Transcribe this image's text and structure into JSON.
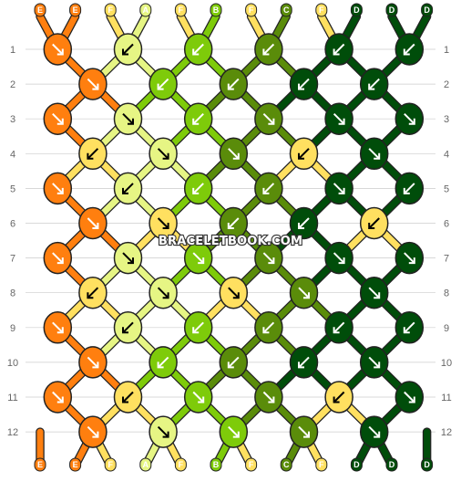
{
  "colors": {
    "E": "#ff7f0f",
    "F": "#ffe060",
    "A": "#e6f584",
    "B": "#7ecb0a",
    "C": "#5a8c0a",
    "D": "#004d0a",
    "row_line": "#cccccc",
    "row_label": "#666666"
  },
  "strands": {
    "top": [
      "E",
      "E",
      "F",
      "A",
      "F",
      "B",
      "F",
      "C",
      "F",
      "D",
      "D",
      "D"
    ],
    "bottom": [
      "E",
      "E",
      "F",
      "A",
      "F",
      "B",
      "F",
      "C",
      "F",
      "D",
      "D",
      "D"
    ]
  },
  "rows": [
    {
      "label": "1",
      "knots": [
        {
          "c": "E",
          "d": "se"
        },
        {
          "c": "A",
          "d": "sw"
        },
        {
          "c": "B",
          "d": "sw"
        },
        {
          "c": "C",
          "d": "sw"
        },
        {
          "c": "D",
          "d": "sw"
        },
        {
          "c": "D",
          "d": "sw"
        }
      ]
    },
    {
      "label": "2",
      "knots": [
        {
          "c": "E",
          "d": "se"
        },
        {
          "c": "B",
          "d": "sw"
        },
        {
          "c": "C",
          "d": "sw"
        },
        {
          "c": "D",
          "d": "sw"
        },
        {
          "c": "D",
          "d": "sw"
        }
      ]
    },
    {
      "label": "3",
      "knots": [
        {
          "c": "E",
          "d": "se"
        },
        {
          "c": "A",
          "d": "se"
        },
        {
          "c": "B",
          "d": "sw"
        },
        {
          "c": "C",
          "d": "se"
        },
        {
          "c": "D",
          "d": "se"
        },
        {
          "c": "D",
          "d": "se"
        }
      ]
    },
    {
      "label": "4",
      "knots": [
        {
          "c": "F",
          "d": "sw"
        },
        {
          "c": "A",
          "d": "se"
        },
        {
          "c": "C",
          "d": "se"
        },
        {
          "c": "F",
          "d": "sw"
        },
        {
          "c": "D",
          "d": "se"
        }
      ]
    },
    {
      "label": "5",
      "knots": [
        {
          "c": "E",
          "d": "se"
        },
        {
          "c": "A",
          "d": "sw"
        },
        {
          "c": "B",
          "d": "sw"
        },
        {
          "c": "C",
          "d": "sw"
        },
        {
          "c": "D",
          "d": "se"
        },
        {
          "c": "D",
          "d": "sw"
        }
      ]
    },
    {
      "label": "6",
      "knots": [
        {
          "c": "E",
          "d": "se"
        },
        {
          "c": "F",
          "d": "se"
        },
        {
          "c": "C",
          "d": "sw"
        },
        {
          "c": "D",
          "d": "sw"
        },
        {
          "c": "F",
          "d": "sw"
        }
      ]
    },
    {
      "label": "7",
      "knots": [
        {
          "c": "E",
          "d": "se"
        },
        {
          "c": "A",
          "d": "se"
        },
        {
          "c": "B",
          "d": "se"
        },
        {
          "c": "C",
          "d": "se"
        },
        {
          "c": "D",
          "d": "se"
        },
        {
          "c": "D",
          "d": "se"
        }
      ]
    },
    {
      "label": "8",
      "knots": [
        {
          "c": "F",
          "d": "sw"
        },
        {
          "c": "A",
          "d": "se"
        },
        {
          "c": "F",
          "d": "se"
        },
        {
          "c": "C",
          "d": "se"
        },
        {
          "c": "D",
          "d": "se"
        }
      ]
    },
    {
      "label": "9",
      "knots": [
        {
          "c": "E",
          "d": "se"
        },
        {
          "c": "A",
          "d": "sw"
        },
        {
          "c": "B",
          "d": "sw"
        },
        {
          "c": "C",
          "d": "sw"
        },
        {
          "c": "D",
          "d": "sw"
        },
        {
          "c": "D",
          "d": "sw"
        }
      ]
    },
    {
      "label": "10",
      "knots": [
        {
          "c": "E",
          "d": "se"
        },
        {
          "c": "B",
          "d": "sw"
        },
        {
          "c": "C",
          "d": "sw"
        },
        {
          "c": "D",
          "d": "sw"
        },
        {
          "c": "D",
          "d": "se"
        }
      ]
    },
    {
      "label": "11",
      "knots": [
        {
          "c": "E",
          "d": "se"
        },
        {
          "c": "F",
          "d": "sw"
        },
        {
          "c": "B",
          "d": "se"
        },
        {
          "c": "C",
          "d": "se"
        },
        {
          "c": "F",
          "d": "sw"
        },
        {
          "c": "D",
          "d": "se"
        }
      ]
    },
    {
      "label": "12",
      "knots": [
        {
          "c": "E",
          "d": "se"
        },
        {
          "c": "A",
          "d": "se"
        },
        {
          "c": "B",
          "d": "se"
        },
        {
          "c": "C",
          "d": "se"
        },
        {
          "c": "D",
          "d": "se"
        }
      ]
    }
  ],
  "watermark": "BRACELETBOOK.COM"
}
